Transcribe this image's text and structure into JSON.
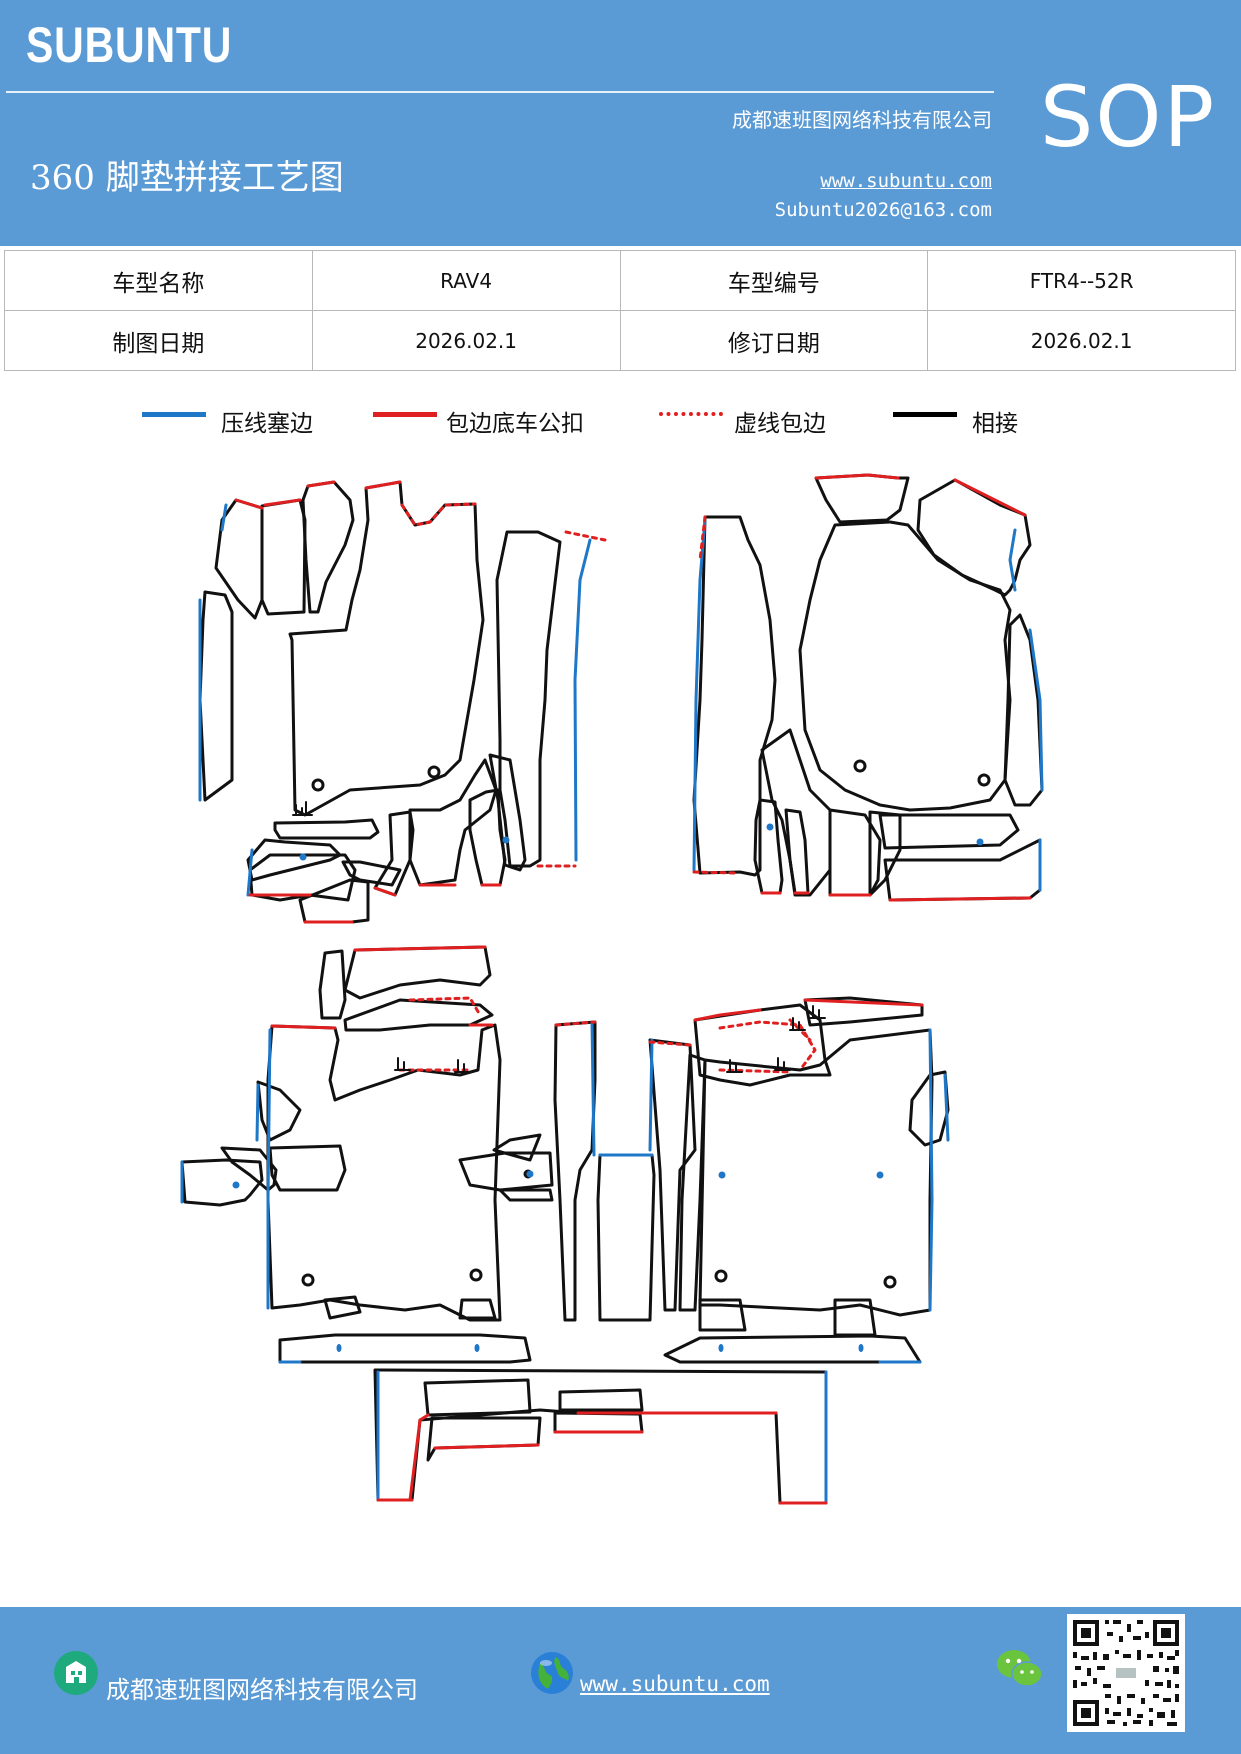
{
  "header": {
    "logo": "SUBUNTU",
    "badge": "SOP",
    "company": "成都速班图网络科技有限公司",
    "title": "360 脚垫拼接工艺图",
    "website": "www.subuntu.com",
    "email": "Subuntu2026@163.com"
  },
  "info_table": {
    "rows": [
      {
        "label1": "车型名称",
        "value1": "RAV4",
        "label2": "车型编号",
        "value2": "FTR4--52R"
      },
      {
        "label1": "制图日期",
        "value1": "2026.02.1",
        "label2": "修订日期",
        "value2": "2026.02.1"
      }
    ]
  },
  "legend": {
    "items": [
      {
        "label": "压线塞边",
        "color": "#1f77c8",
        "style": "solid"
      },
      {
        "label": "包边底车公扣",
        "color": "#e02020",
        "style": "solid"
      },
      {
        "label": "虚线包边",
        "color": "#e02020",
        "style": "dashed"
      },
      {
        "label": "相接",
        "color": "#000000",
        "style": "solid"
      }
    ]
  },
  "footer": {
    "company": "成都速班图网络科技有限公司",
    "website": "www.subuntu.com"
  }
}
